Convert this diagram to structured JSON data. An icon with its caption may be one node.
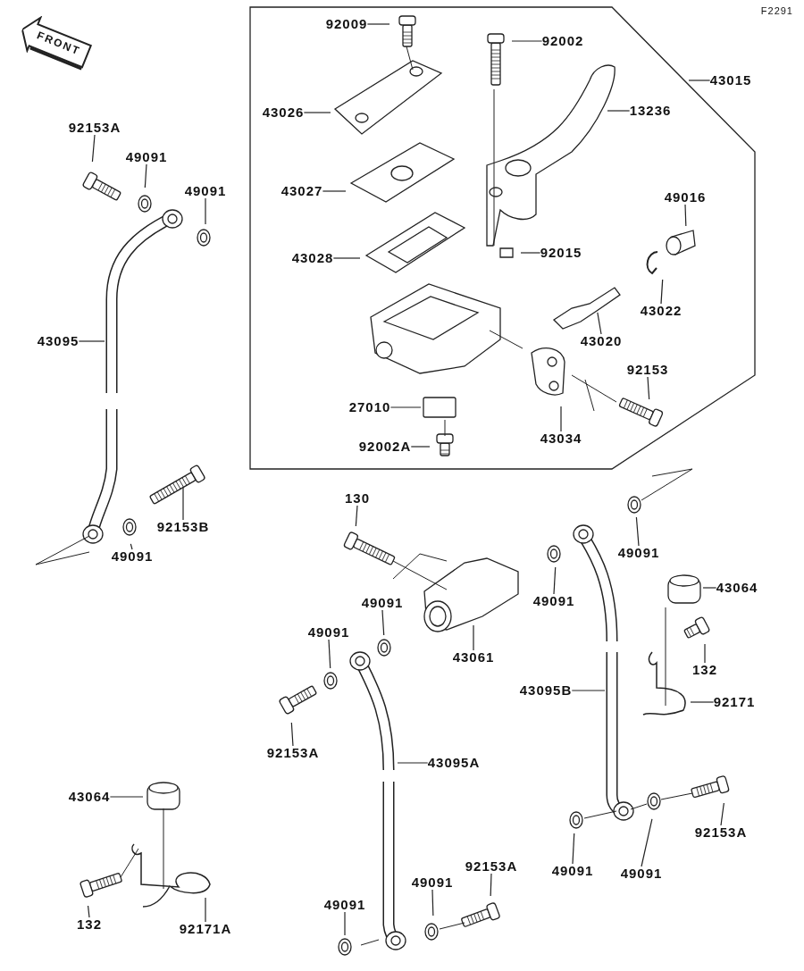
{
  "diagram": {
    "nodes": [
      {
        "text": [
          "92153A"
        ]
      },
      {
        "text": [
          "49091"
        ]
      },
      {
        "text": [
          "49091"
        ]
      },
      {
        "text": [
          "43095"
        ]
      },
      {
        "text": [
          "92153B"
        ]
      },
      {
        "text": [
          "49091"
        ]
      },
      {
        "text": [
          "92009"
        ]
      },
      {
        "text": [
          "92002"
        ]
      },
      {
        "text": [
          "43015"
        ]
      },
      {
        "text": [
          "43026"
        ]
      },
      {
        "text": [
          "13236"
        ]
      },
      {
        "text": [
          "43027"
        ]
      },
      {
        "text": [
          "49016"
        ]
      },
      {
        "text": [
          "43028"
        ]
      },
      {
        "text": [
          "92015"
        ]
      },
      {
        "text": [
          "43022"
        ]
      },
      {
        "text": [
          "43020"
        ]
      },
      {
        "text": [
          "92153"
        ]
      },
      {
        "text": [
          "27010"
        ]
      },
      {
        "text": [
          "43034"
        ]
      },
      {
        "text": [
          "92002A"
        ]
      },
      {
        "text": [
          "130"
        ]
      },
      {
        "text": [
          "49091"
        ]
      },
      {
        "text": [
          "49091"
        ]
      },
      {
        "text": [
          "43064"
        ]
      },
      {
        "text": [
          "49091"
        ]
      },
      {
        "text": [
          "49091"
        ]
      },
      {
        "text": [
          "43061"
        ]
      },
      {
        "text": [
          "132"
        ]
      },
      {
        "text": [
          "43095B"
        ]
      },
      {
        "text": [
          "92171"
        ]
      },
      {
        "text": [
          "92153A"
        ]
      },
      {
        "text": [
          "43095A"
        ]
      },
      {
        "text": [
          "43064"
        ]
      },
      {
        "text": [
          "49091"
        ]
      },
      {
        "text": [
          "49091"
        ]
      },
      {
        "text": [
          "92153A"
        ]
      },
      {
        "text": [
          "132"
        ]
      },
      {
        "text": [
          "92171A"
        ]
      },
      {
        "text": [
          "92153A"
        ]
      },
      {
        "text": [
          "49091"
        ]
      },
      {
        "text": [
          "49091"
        ]
      }
    ],
    "edges": [
      {
        "from": 0,
        "to": null,
        "arrow": "none"
      },
      {
        "from": 1,
        "to": null,
        "arrow": "none"
      },
      {
        "from": 2,
        "to": null,
        "arrow": "none"
      },
      {
        "from": 3,
        "to": null,
        "arrow": "none"
      },
      {
        "from": 4,
        "to": null,
        "arrow": "none"
      },
      {
        "from": 5,
        "to": null,
        "arrow": "none"
      },
      {
        "from": 6,
        "to": null,
        "arrow": "none"
      },
      {
        "from": 7,
        "to": null,
        "arrow": "none"
      },
      {
        "from": 8,
        "to": null,
        "arrow": "none"
      },
      {
        "from": 9,
        "to": null,
        "arrow": "none"
      },
      {
        "from": 10,
        "to": null,
        "arrow": "none"
      },
      {
        "from": 11,
        "to": null,
        "arrow": "none"
      },
      {
        "from": 12,
        "to": null,
        "arrow": "none"
      },
      {
        "from": 13,
        "to": null,
        "arrow": "none"
      },
      {
        "from": 14,
        "to": null,
        "arrow": "none"
      },
      {
        "from": 15,
        "to": null,
        "arrow": "none"
      },
      {
        "from": 16,
        "to": null,
        "arrow": "none"
      },
      {
        "from": 17,
        "to": null,
        "arrow": "none"
      },
      {
        "from": 18,
        "to": null,
        "arrow": "none"
      },
      {
        "from": 19,
        "to": null,
        "arrow": "none"
      },
      {
        "from": 20,
        "to": null,
        "arrow": "none"
      },
      {
        "from": 21,
        "to": null,
        "arrow": "none"
      },
      {
        "from": 22,
        "to": null,
        "arrow": "none"
      },
      {
        "from": 23,
        "to": null,
        "arrow": "none"
      },
      {
        "from": 24,
        "to": null,
        "arrow": "none"
      },
      {
        "from": 25,
        "to": null,
        "arrow": "none"
      },
      {
        "from": 26,
        "to": null,
        "arrow": "none"
      },
      {
        "from": 27,
        "to": null,
        "arrow": "none"
      },
      {
        "from": 28,
        "to": null,
        "arrow": "none"
      },
      {
        "from": 29,
        "to": null,
        "arrow": "none"
      },
      {
        "from": 30,
        "to": null,
        "arrow": "none"
      },
      {
        "from": 31,
        "to": null,
        "arrow": "none"
      },
      {
        "from": 32,
        "to": null,
        "arrow": "none"
      },
      {
        "from": 33,
        "to": null,
        "arrow": "none"
      },
      {
        "from": 34,
        "to": null,
        "arrow": "none"
      },
      {
        "from": 35,
        "to": null,
        "arrow": "none"
      },
      {
        "from": 36,
        "to": null,
        "arrow": "none"
      },
      {
        "from": 37,
        "to": null,
        "arrow": "none"
      },
      {
        "from": 38,
        "to": null,
        "arrow": "none"
      },
      {
        "from": 39,
        "to": null,
        "arrow": "none"
      },
      {
        "from": 40,
        "to": null,
        "arrow": "none"
      },
      {
        "from": 41,
        "to": null,
        "arrow": "none"
      }
    ],
    "labels": [
      "F2291",
      "FRONT"
    ]
  }
}
